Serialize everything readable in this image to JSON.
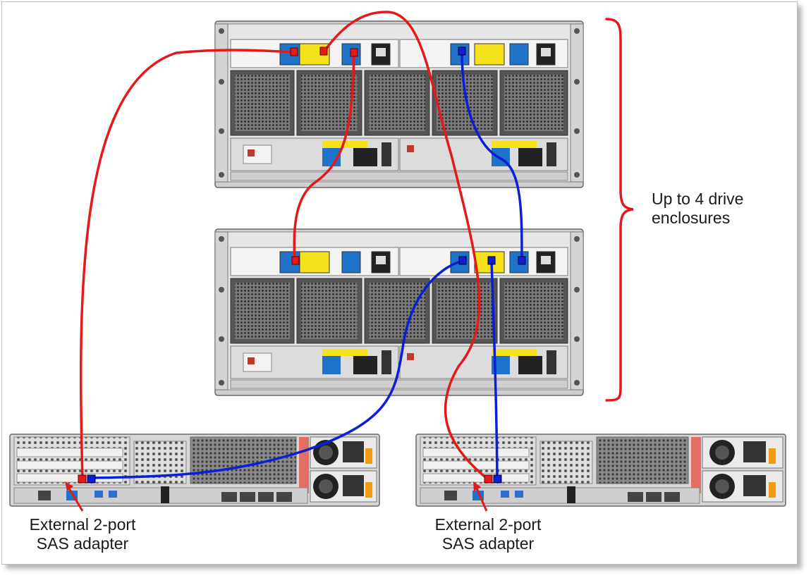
{
  "labels": {
    "bracket_line1": "Up to 4 drive",
    "bracket_line2": "enclosures",
    "adapter1_line1": "External 2-port",
    "adapter1_line2": "SAS adapter",
    "adapter2_line1": "External 2-port",
    "adapter2_line2": "SAS adapter"
  },
  "colors": {
    "cable_a": "#e21a1a",
    "cable_b": "#0a1fd6",
    "bracket": "#e21a1a",
    "pointer_arrow": "#e21a1a",
    "chassis": "#d9d9d9",
    "fan": "#6e6e6e",
    "io_module_yellow": "#f5e21b",
    "port_blue": "#1e73c9"
  }
}
